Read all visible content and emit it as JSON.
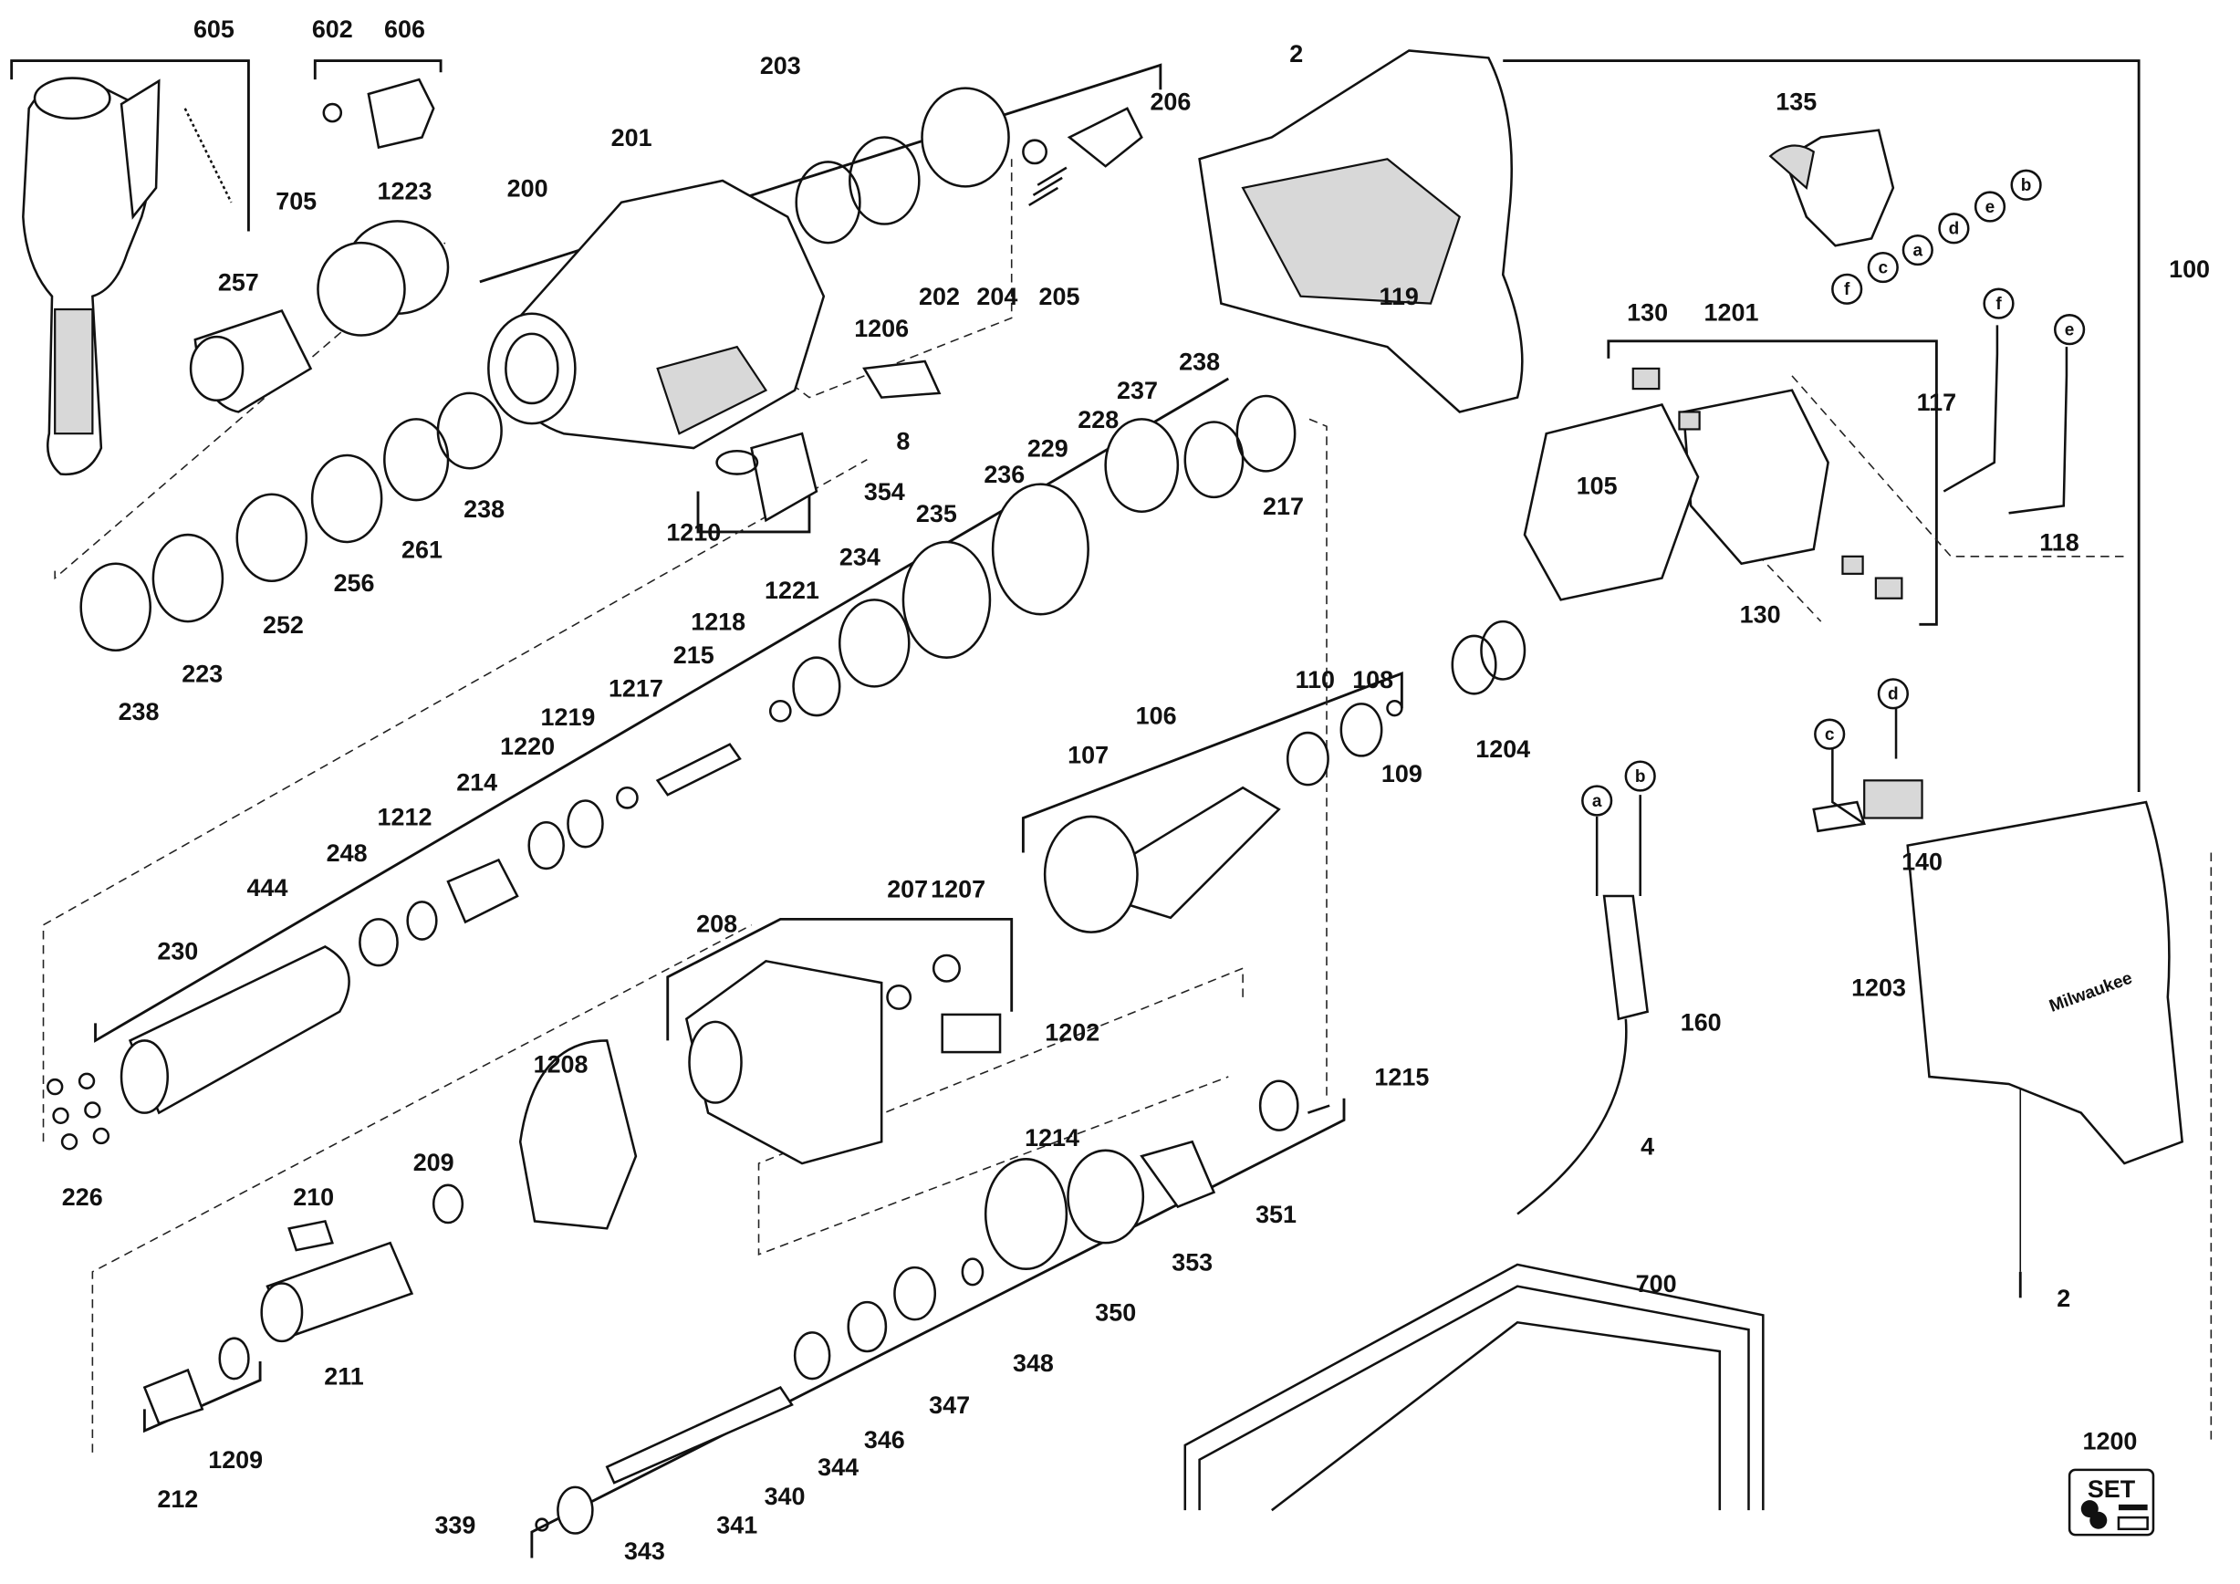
{
  "diagram": {
    "labels": [
      "605",
      "602",
      "606",
      "705",
      "1223",
      "257",
      "201",
      "200",
      "203",
      "206",
      "1206",
      "202",
      "204",
      "205",
      "8",
      "238",
      "237",
      "228",
      "229",
      "236",
      "235",
      "217",
      "354",
      "1210",
      "238",
      "261",
      "256",
      "252",
      "223",
      "238",
      "234",
      "1221",
      "1218",
      "215",
      "1217",
      "1219",
      "1220",
      "214",
      "1212",
      "248",
      "444",
      "230",
      "226",
      "2",
      "119",
      "135",
      "130",
      "1201",
      "100",
      "117",
      "118",
      "105",
      "130",
      "110",
      "108",
      "109",
      "1204",
      "106",
      "107",
      "207",
      "1207",
      "208",
      "1202",
      "1208",
      "1214",
      "1215",
      "351",
      "353",
      "350",
      "348",
      "347",
      "346",
      "344",
      "340",
      "341",
      "343",
      "339",
      "212",
      "1209",
      "211",
      "210",
      "209",
      "160",
      "4",
      "140",
      "1203",
      "2",
      "700",
      "1200"
    ],
    "wire_letters": [
      "b",
      "e",
      "d",
      "a",
      "c",
      "f",
      "f",
      "e",
      "a",
      "b",
      "c",
      "d"
    ],
    "set_badge": "SET",
    "brand": "Milwaukee"
  }
}
